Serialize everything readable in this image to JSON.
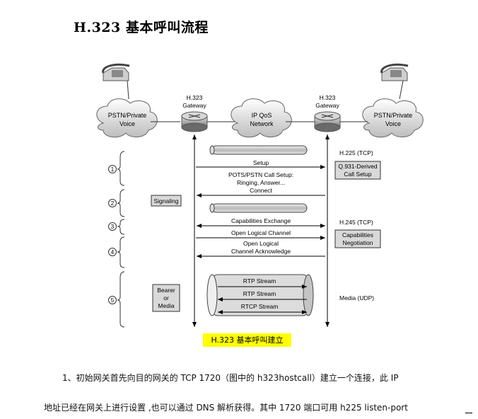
{
  "page": {
    "title": "H.323  基本呼叫流程",
    "caption": "H.323  基本呼叫建立",
    "paragraph_1": "1、初始网关首先向目的网关的 TCP  1720（图中的 h323hostcall）建立一个连接，此 IP",
    "paragraph_2": "地址已经在网关上进行设置 ,也可以通过 DNS 解析获得。其中 1720 端口可用 h225 listen-port"
  },
  "diagram": {
    "left_cloud": [
      "PSTN/Private",
      "Voice"
    ],
    "right_cloud": [
      "PSTN/Private",
      "Voice"
    ],
    "middle_cloud": [
      "IP QoS",
      "Network"
    ],
    "left_gateway": [
      "H.323",
      "Gateway"
    ],
    "right_gateway": [
      "H.323",
      "Gateway"
    ],
    "steps": [
      "1",
      "2",
      "3",
      "4",
      "5"
    ],
    "signaling": "Signaling",
    "bearer": [
      "Bearer",
      "or",
      "Media"
    ],
    "messages": {
      "setup": "Setup",
      "pots": [
        "POTS/PSTN Call Setup:",
        "Ringing, Answer...",
        "Connect"
      ],
      "cap_exchange": "Capabilities Exchange",
      "open_lc": "Open Logical Channel",
      "open_lc_ack": [
        "Open Logical",
        "Channel Acknowledge"
      ],
      "rtp1": "RTP Stream",
      "rtp2": "RTP Stream",
      "rtcp": "RTCP Stream"
    },
    "right_labels": {
      "h225": "H.225 (TCP)",
      "q931": [
        "Q.931-Derived",
        "Call Setup"
      ],
      "h245": "H.245 (TCP)",
      "cap_neg": [
        "Capabilities",
        "Negotiation"
      ],
      "media": "Media (UDP)"
    }
  }
}
